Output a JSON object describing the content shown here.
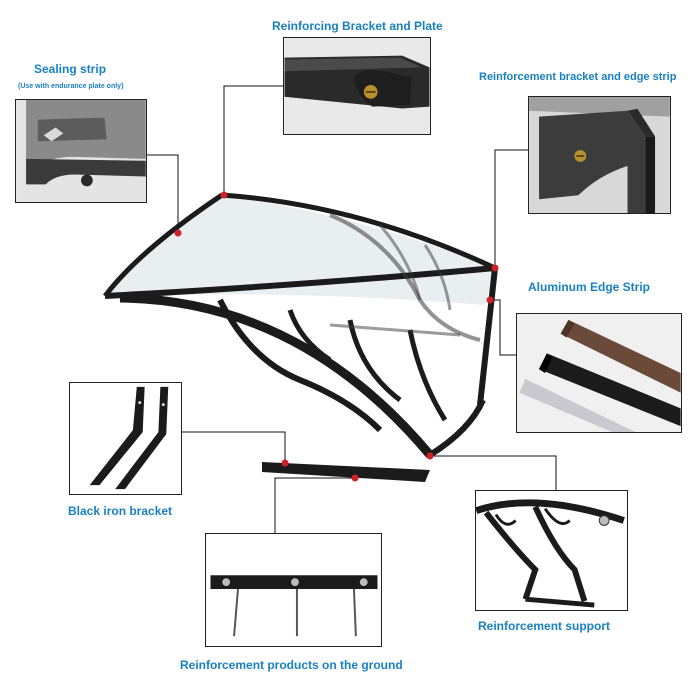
{
  "labels": {
    "reinforcing_bracket_plate": "Reinforcing Bracket and Plate",
    "sealing_strip": "Sealing strip",
    "sealing_note": "(Use with endurance plate only)",
    "reinforcement_bracket_edge": "Reinforcement bracket and edge strip",
    "aluminum_edge_strip": "Aluminum Edge Strip",
    "black_iron_bracket": "Black iron bracket",
    "reinforcement_support": "Reinforcement support",
    "ground_products": "Reinforcement products on the ground"
  },
  "colors": {
    "label": "#1a80c4",
    "marker": "#d0202a",
    "frame": "#1b1b1b",
    "panel": "#e8eef2",
    "brown": "#6b4a3a",
    "silver": "#c9c9cf"
  }
}
